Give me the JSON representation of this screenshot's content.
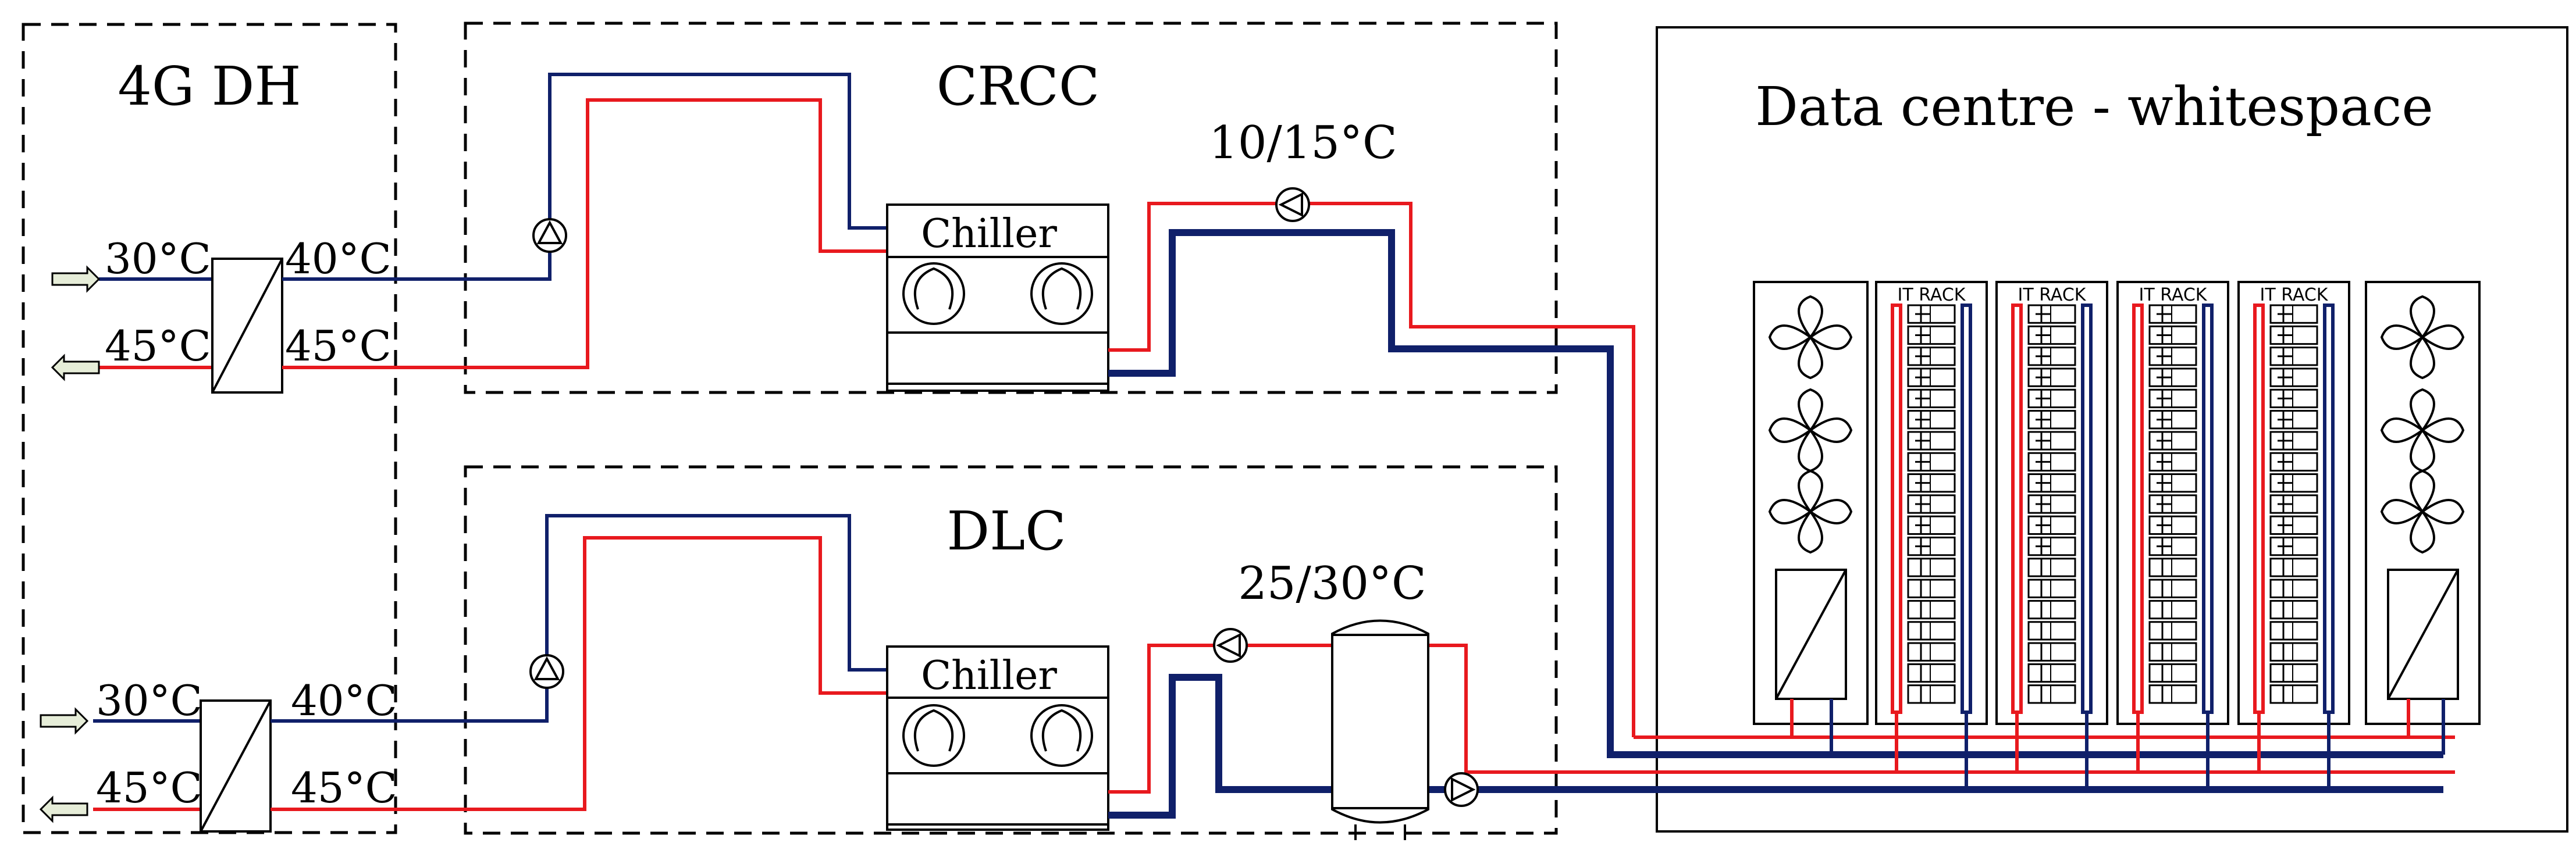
{
  "labels": {
    "dh_title": "4G DH",
    "crcc_title": "CRCC",
    "dlc_title": "DLC",
    "dc_title": "Data centre - whitespace",
    "crcc_temp": "10/15°C",
    "dlc_temp": "25/30°C",
    "chiller": "Chiller",
    "rack": "IT RACK",
    "hx_top": {
      "in_cold": "30°C",
      "in_hot": "45°C",
      "out_cold": "40°C",
      "out_hot": "45°C"
    },
    "hx_bottom": {
      "in_cold": "30°C",
      "in_hot": "45°C",
      "out_cold": "40°C",
      "out_hot": "45°C"
    }
  },
  "colors": {
    "supply_hot": "#e8191e",
    "return_cold": "#10206a",
    "outline": "#000000",
    "arrow_fill": "#e6edd8"
  },
  "icons": [
    "arrow-in-icon",
    "arrow-out-icon",
    "heat-exchanger-icon",
    "pump-icon",
    "compressor-icon",
    "fan-icon",
    "storage-tank-icon"
  ]
}
